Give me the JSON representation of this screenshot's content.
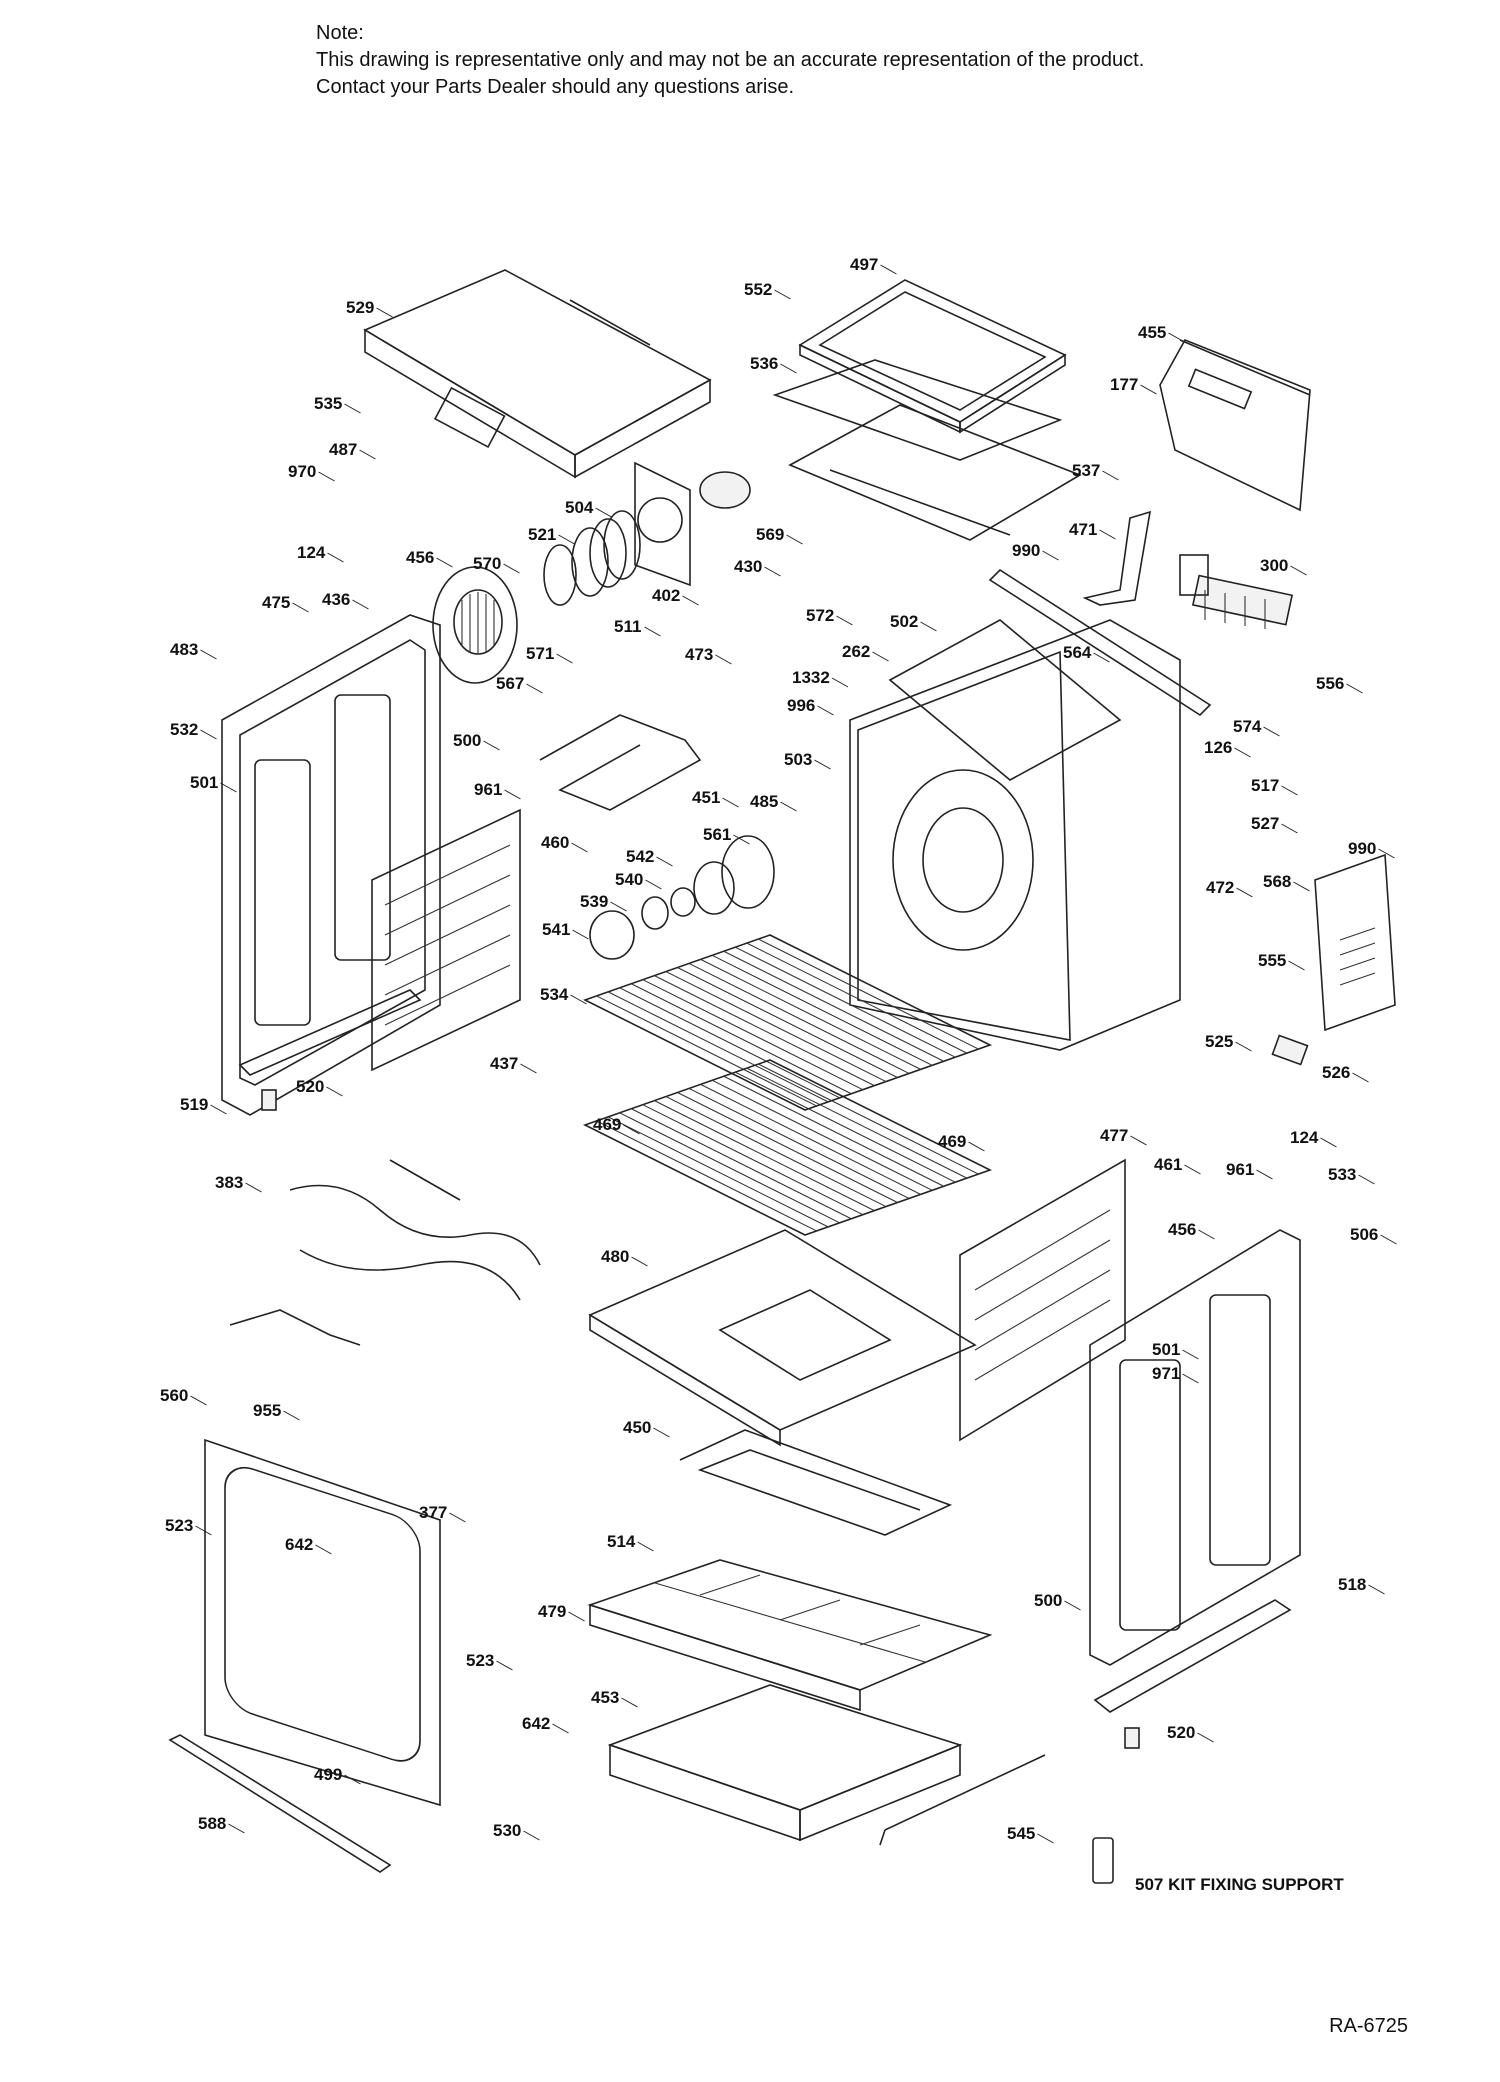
{
  "note": {
    "title": "Note:",
    "line1": "This drawing is representative only and may not be an accurate representation of the product.",
    "line2": "Contact your Parts Dealer should any questions arise."
  },
  "doc_id": "RA-6725",
  "kit_label": "507  KIT FIXING SUPPORT",
  "callouts": [
    {
      "id": "c497",
      "text": "497"
    },
    {
      "id": "c552",
      "text": "552"
    },
    {
      "id": "c529",
      "text": "529"
    },
    {
      "id": "c455",
      "text": "455"
    },
    {
      "id": "c536",
      "text": "536"
    },
    {
      "id": "c177",
      "text": "177"
    },
    {
      "id": "c535",
      "text": "535"
    },
    {
      "id": "c487",
      "text": "487"
    },
    {
      "id": "c970",
      "text": "970"
    },
    {
      "id": "c537",
      "text": "537"
    },
    {
      "id": "c504",
      "text": "504"
    },
    {
      "id": "c521",
      "text": "521"
    },
    {
      "id": "c569",
      "text": "569"
    },
    {
      "id": "c471",
      "text": "471"
    },
    {
      "id": "c124a",
      "text": "124"
    },
    {
      "id": "c456a",
      "text": "456"
    },
    {
      "id": "c570",
      "text": "570"
    },
    {
      "id": "c430",
      "text": "430"
    },
    {
      "id": "c990a",
      "text": "990"
    },
    {
      "id": "c300",
      "text": "300"
    },
    {
      "id": "c402",
      "text": "402"
    },
    {
      "id": "c475",
      "text": "475"
    },
    {
      "id": "c436",
      "text": "436"
    },
    {
      "id": "c511",
      "text": "511"
    },
    {
      "id": "c572",
      "text": "572"
    },
    {
      "id": "c502",
      "text": "502"
    },
    {
      "id": "c483",
      "text": "483"
    },
    {
      "id": "c571",
      "text": "571"
    },
    {
      "id": "c473",
      "text": "473"
    },
    {
      "id": "c262",
      "text": "262"
    },
    {
      "id": "c564",
      "text": "564"
    },
    {
      "id": "c556",
      "text": "556"
    },
    {
      "id": "c567",
      "text": "567"
    },
    {
      "id": "c1332",
      "text": "1332"
    },
    {
      "id": "c532",
      "text": "532"
    },
    {
      "id": "c996",
      "text": "996"
    },
    {
      "id": "c574",
      "text": "574"
    },
    {
      "id": "c500a",
      "text": "500"
    },
    {
      "id": "c126",
      "text": "126"
    },
    {
      "id": "c501a",
      "text": "501"
    },
    {
      "id": "c503",
      "text": "503"
    },
    {
      "id": "c961a",
      "text": "961"
    },
    {
      "id": "c451",
      "text": "451"
    },
    {
      "id": "c485",
      "text": "485"
    },
    {
      "id": "c517",
      "text": "517"
    },
    {
      "id": "c561",
      "text": "561"
    },
    {
      "id": "c460",
      "text": "460"
    },
    {
      "id": "c527",
      "text": "527"
    },
    {
      "id": "c542",
      "text": "542"
    },
    {
      "id": "c990b",
      "text": "990"
    },
    {
      "id": "c540",
      "text": "540"
    },
    {
      "id": "c472",
      "text": "472"
    },
    {
      "id": "c568",
      "text": "568"
    },
    {
      "id": "c539",
      "text": "539"
    },
    {
      "id": "c541",
      "text": "541"
    },
    {
      "id": "c555",
      "text": "555"
    },
    {
      "id": "c534",
      "text": "534"
    },
    {
      "id": "c525",
      "text": "525"
    },
    {
      "id": "c437",
      "text": "437"
    },
    {
      "id": "c526",
      "text": "526"
    },
    {
      "id": "c520a",
      "text": "520"
    },
    {
      "id": "c519",
      "text": "519"
    },
    {
      "id": "c469a",
      "text": "469"
    },
    {
      "id": "c469b",
      "text": "469"
    },
    {
      "id": "c477",
      "text": "477"
    },
    {
      "id": "c124b",
      "text": "124"
    },
    {
      "id": "c461",
      "text": "461"
    },
    {
      "id": "c383",
      "text": "383"
    },
    {
      "id": "c961b",
      "text": "961"
    },
    {
      "id": "c533",
      "text": "533"
    },
    {
      "id": "c456b",
      "text": "456"
    },
    {
      "id": "c506",
      "text": "506"
    },
    {
      "id": "c480",
      "text": "480"
    },
    {
      "id": "c501b",
      "text": "501"
    },
    {
      "id": "c971",
      "text": "971"
    },
    {
      "id": "c560",
      "text": "560"
    },
    {
      "id": "c955",
      "text": "955"
    },
    {
      "id": "c450",
      "text": "450"
    },
    {
      "id": "c377",
      "text": "377"
    },
    {
      "id": "c523a",
      "text": "523"
    },
    {
      "id": "c642a",
      "text": "642"
    },
    {
      "id": "c514",
      "text": "514"
    },
    {
      "id": "c518",
      "text": "518"
    },
    {
      "id": "c500b",
      "text": "500"
    },
    {
      "id": "c479",
      "text": "479"
    },
    {
      "id": "c523b",
      "text": "523"
    },
    {
      "id": "c453",
      "text": "453"
    },
    {
      "id": "c642b",
      "text": "642"
    },
    {
      "id": "c520b",
      "text": "520"
    },
    {
      "id": "c499",
      "text": "499"
    },
    {
      "id": "c588",
      "text": "588"
    },
    {
      "id": "c530",
      "text": "530"
    },
    {
      "id": "c545",
      "text": "545"
    }
  ]
}
